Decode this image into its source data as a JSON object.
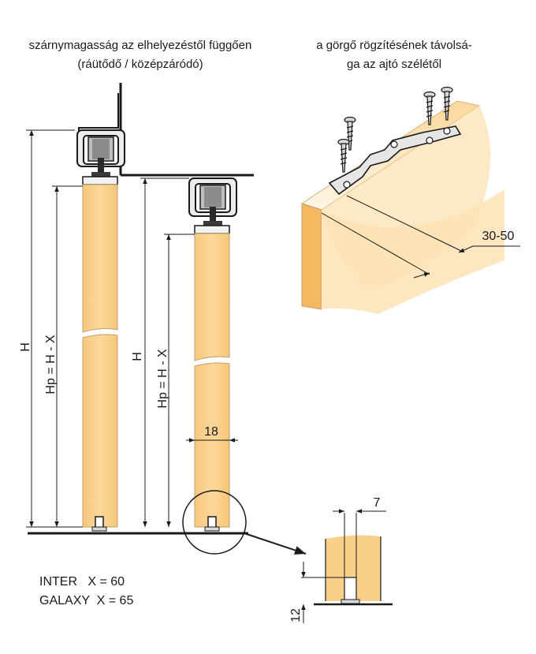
{
  "captions": {
    "left_line1": "szárnymagasság az elhelyezéstől függően",
    "left_line2": "(ráütődő / középzáródó)",
    "right_line1": "a görgő rögzítésének távolsá-",
    "right_line2": "ga az ajtó szélétől"
  },
  "dimensions": {
    "H": "H",
    "Hp": "Hp = H - X",
    "thickness": "18",
    "edge_distance": "30-50",
    "guide_width": "7",
    "guide_height": "12"
  },
  "notes": {
    "inter": "INTER   X = 60",
    "galaxy": "GALAXY  X = 65"
  },
  "colors": {
    "door_fill": "#f9cf8a",
    "door_edge": "#f3b25a",
    "door_shadow": "#fde9c6",
    "line": "#1a1a1a",
    "metal": "#d9d9d9"
  }
}
